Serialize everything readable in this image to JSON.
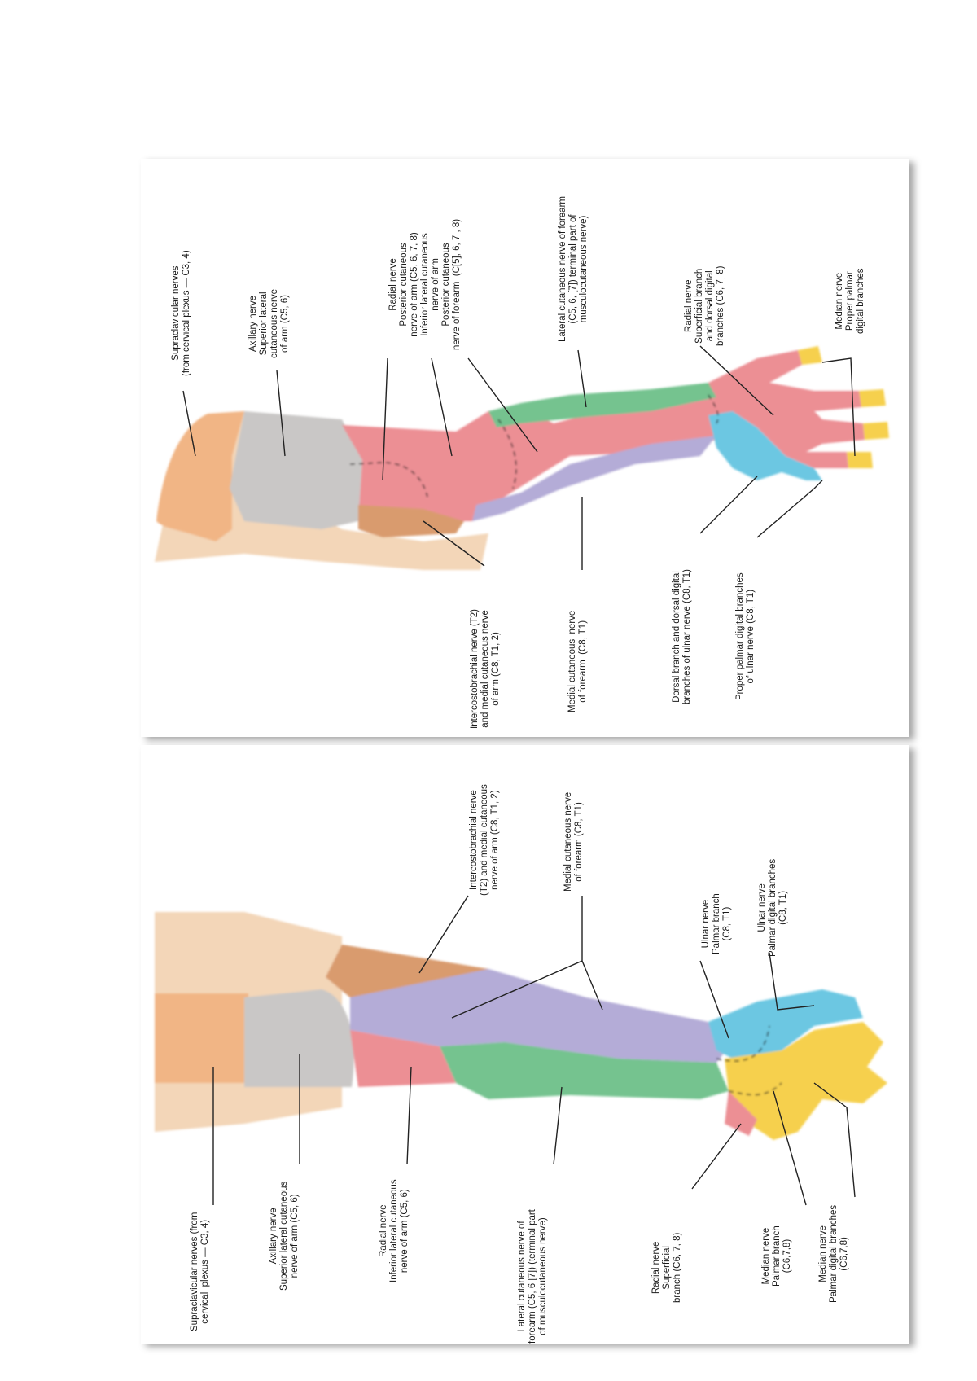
{
  "colors": {
    "skin": "#f3d6b8",
    "supraclavicular": "#f1b585",
    "axillary": "#c9c7c6",
    "radial": "#ec8f94",
    "lateral_forearm": "#74c38f",
    "medial_forearm": "#b4acd7",
    "intercostobrachial": "#d99b6e",
    "ulnar": "#6cc7e2",
    "median": "#f6d04d"
  },
  "posterior_view": {
    "labels": [
      {
        "lines": [
          "Supraclavicular nerves",
          "(from cervical plexus — C3, 4)"
        ]
      },
      {
        "lines": [
          "Axillary nerve",
          "Superior lateral",
          "cutaneous nerve",
          "of arm (C5, 6)"
        ]
      },
      {
        "lines": [
          "Radial nerve",
          "Posterior cutaneous",
          "nerve of arm (C5, 6, 7, 8)",
          "Inferior lateral cutaneous",
          "nerve of arm",
          "Posterior cutaneous",
          "nerve of forearm  (C[5], 6, 7 , 8)"
        ]
      },
      {
        "lines": [
          "Lateral cutaneous nerve of forearm",
          "(C5, 6, [7]) terminal part of",
          "musculocutaneous nerve)"
        ]
      },
      {
        "lines": [
          "Radial nerve",
          "Superficial branch",
          "and dorsal digital",
          "branches (C6, 7, 8)"
        ]
      },
      {
        "lines": [
          "Median nerve",
          "Proper palmar",
          "digital branches"
        ]
      },
      {
        "lines": [
          "Intercostobrachial nerve (T2)",
          "and medial cutaneous nerve",
          "of arm (C8, T1, 2)"
        ]
      },
      {
        "lines": [
          "Medial cutaneous  nerve",
          "of forearm  (C8, T1)"
        ]
      },
      {
        "lines": [
          "Dorsal branch and dorsal digital",
          "branches of ulnar nerve (C8, T1)"
        ]
      },
      {
        "lines": [
          "Proper palmar digital branches",
          "of ulnar nerve (C8, T1)"
        ]
      }
    ]
  },
  "anterior_view": {
    "labels": [
      {
        "lines": [
          "Intercostobrachial nerve",
          "(T2) and medial cutaneous",
          "nerve of arm (C8, T1, 2)"
        ]
      },
      {
        "lines": [
          "Medial cutaneous nerve",
          "of forearm (C8, T1)"
        ]
      },
      {
        "lines": [
          "Ulnar nerve",
          "Palmar branch",
          "(C8, T1)"
        ]
      },
      {
        "lines": [
          "Ulnar nerve",
          "Palmar digital branches",
          "(C8, T1)"
        ]
      },
      {
        "lines": [
          "Supraclavicular nerves (from",
          "cervical  plexus — C3, 4)"
        ]
      },
      {
        "lines": [
          "Axillary nerve",
          "Superior lateral cutaneous",
          "nerve of arm (C5, 6)"
        ]
      },
      {
        "lines": [
          "Radial nerve",
          "Inferior lateral cutaneous",
          "nerve of arm (C5, 6)"
        ]
      },
      {
        "lines": [
          "Lateral cutaneous nerve of",
          "forearm (C5, 6 [7]) (terminal part",
          "of musculocutaneous nerve)"
        ]
      },
      {
        "lines": [
          "Radial nerve",
          "Superficial",
          "branch (C6, 7, 8)"
        ]
      },
      {
        "lines": [
          "Median nerve",
          "Palmar branch",
          "(C6,7,8)"
        ]
      },
      {
        "lines": [
          "Median nerve",
          "Palmar digital branches",
          "(C6,7,8)"
        ]
      }
    ]
  }
}
